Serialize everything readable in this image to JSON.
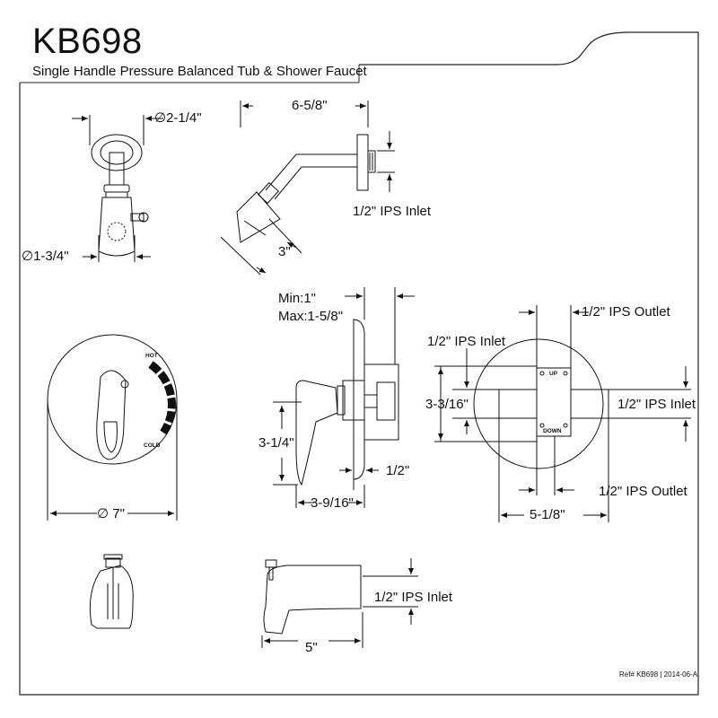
{
  "header": {
    "model": "KB698",
    "subtitle": "Single Handle Pressure Balanced Tub & Shower Faucet"
  },
  "shower_head": {
    "flange_diameter": "∅2-1/4\"",
    "head_diameter": "∅1-3/4\""
  },
  "shower_arm": {
    "length": "6-5/8\"",
    "inlet": "1/2\" IPS Inlet",
    "drop": "3\""
  },
  "valve_trim": {
    "label_hot": "HOT",
    "label_cold": "COLD",
    "plate_diameter": "∅ 7\""
  },
  "valve_side": {
    "wall_min": "Min:1\"",
    "wall_max": "Max:1-5/8\"",
    "handle_height": "3-1/4\"",
    "handle_depth": "3-9/16\"",
    "body_offset": "1/2\""
  },
  "valve_body": {
    "top_outlet": "1/2\" IPS Outlet",
    "left_inlet": "1/2\" IPS Inlet",
    "right_inlet": "1/2\" IPS Inlet",
    "bottom_outlet": "1/2\" IPS Outlet",
    "height": "3-3/16\"",
    "width": "5-1/8\"",
    "mark_up": "UP",
    "mark_down": "DOWN"
  },
  "tub_spout": {
    "inlet": "1/2\" IPS Inlet",
    "length": "5\""
  },
  "footer": {
    "reference": "Ref# KB698 | 2014-06-A"
  }
}
